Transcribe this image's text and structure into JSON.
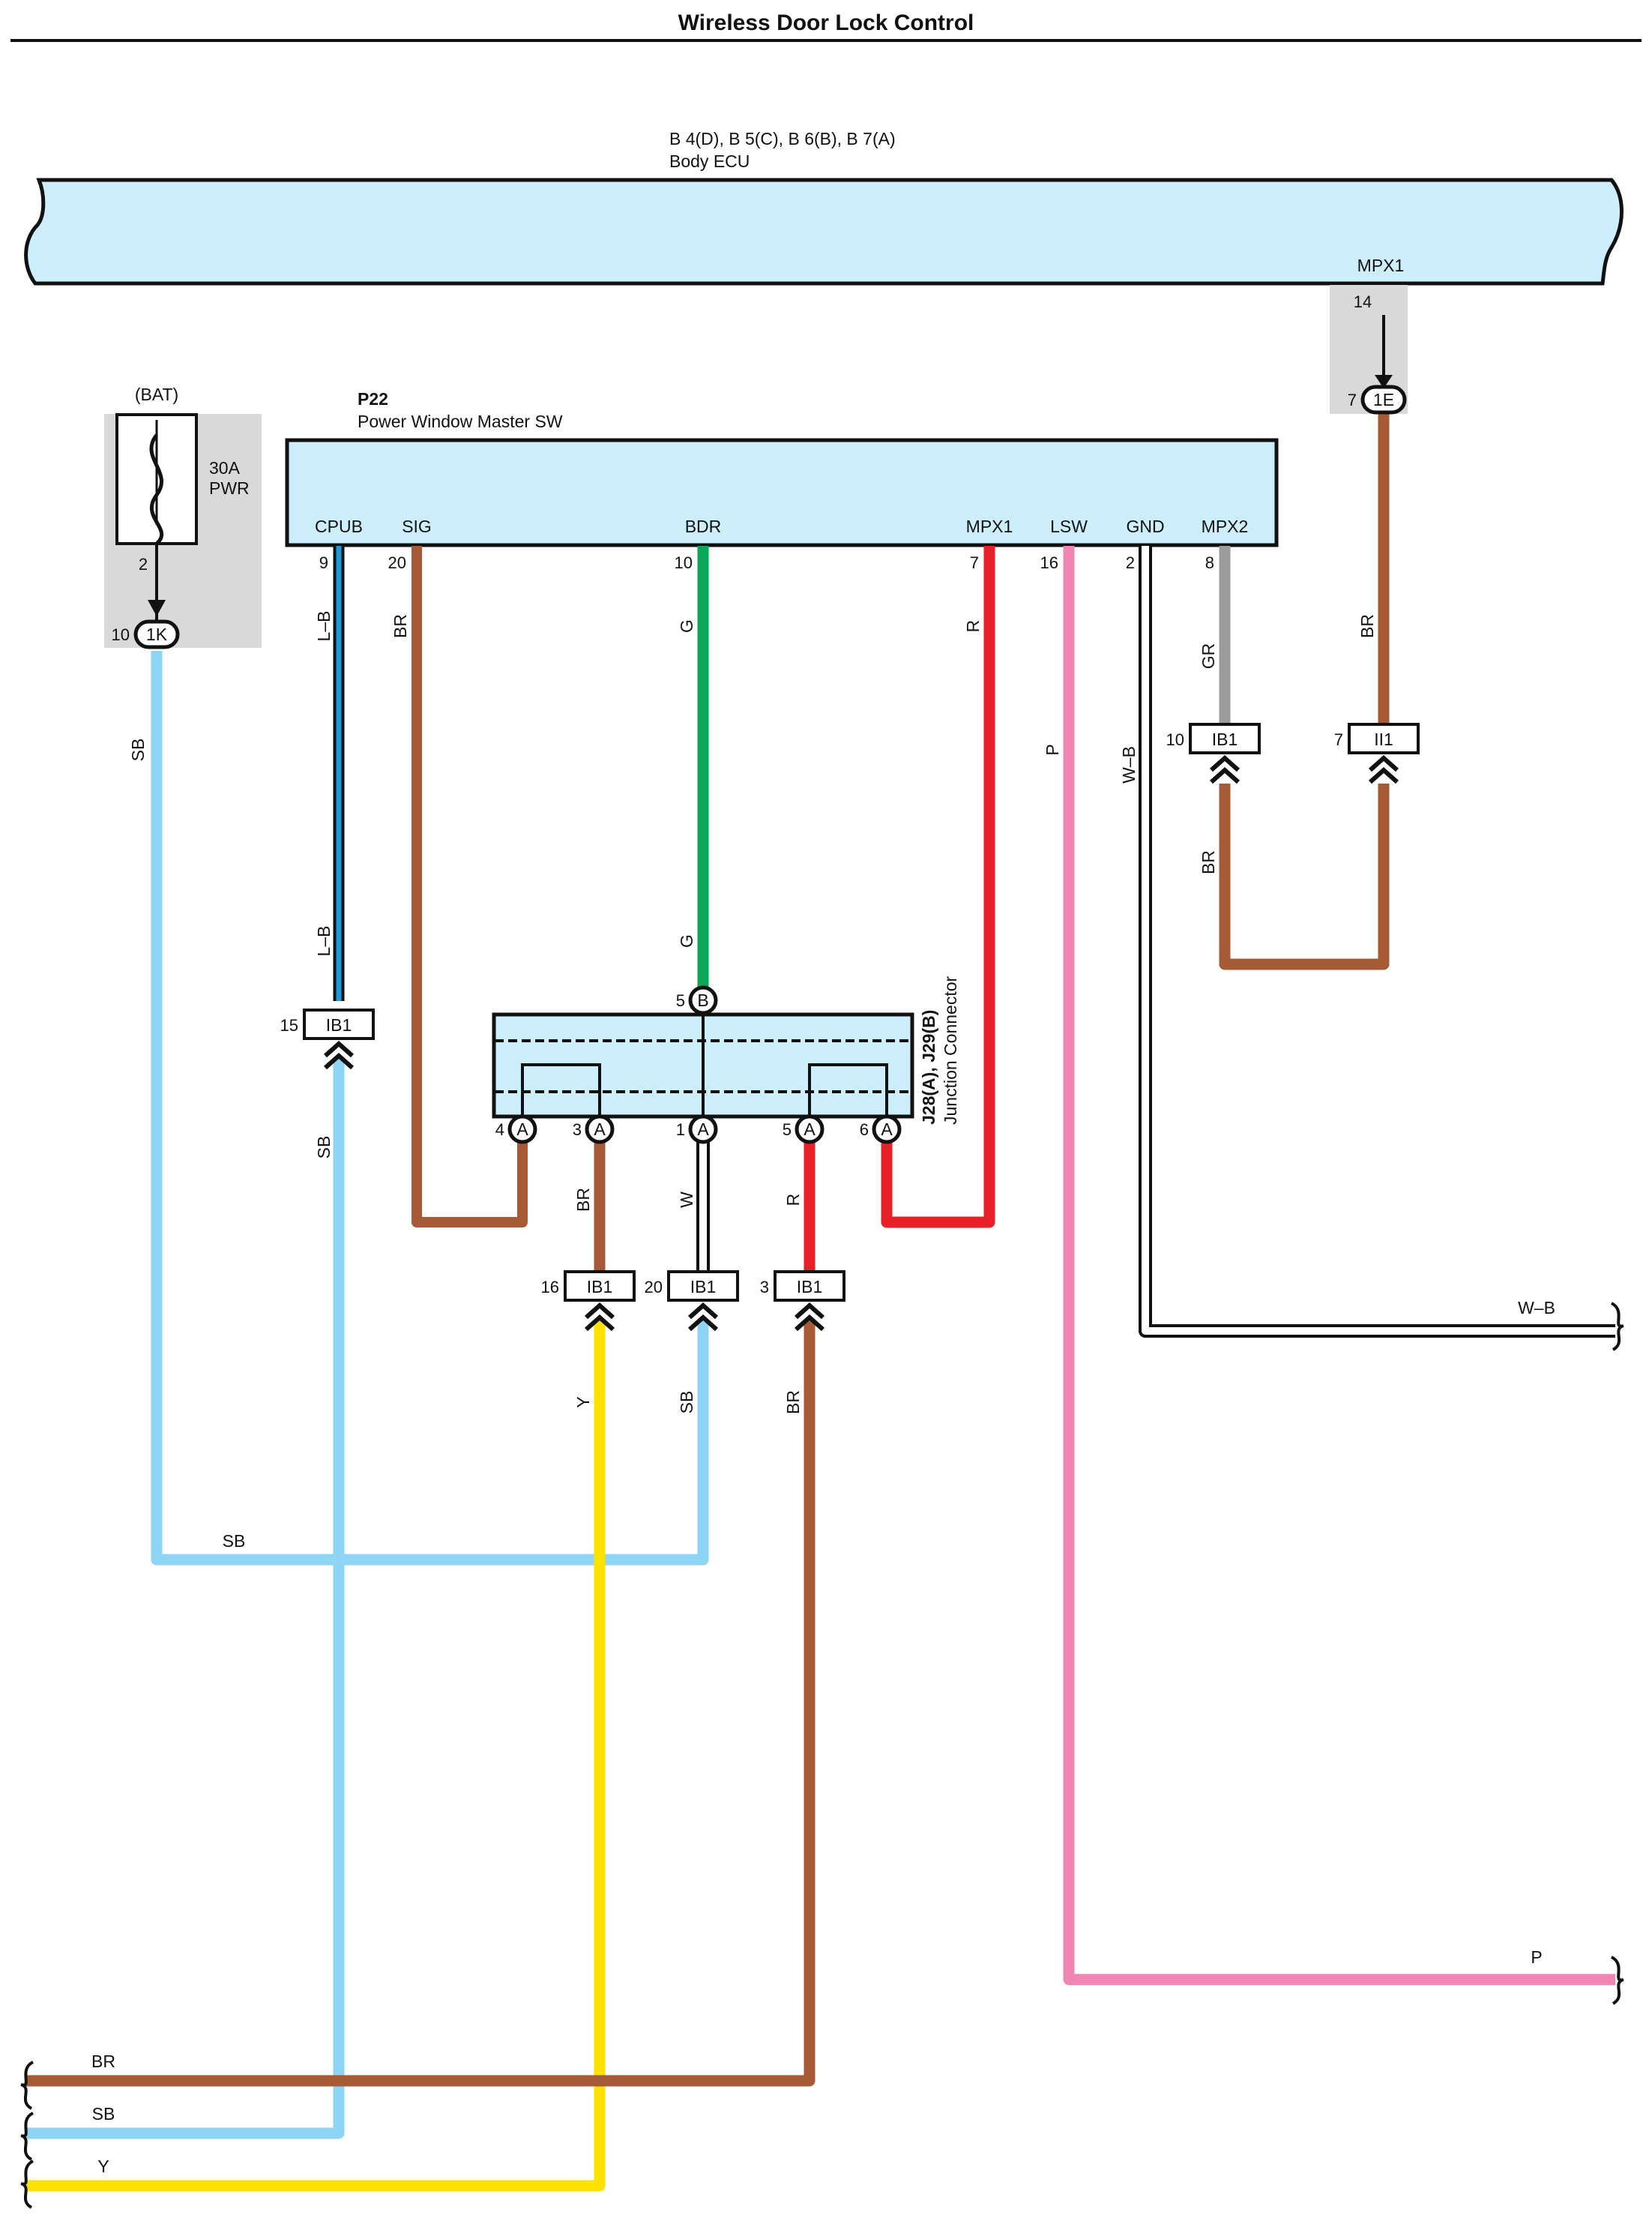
{
  "title": "Wireless Door Lock Control",
  "colors": {
    "ecu_fill": "#cdeefc",
    "box_gray": "#d9d9d9",
    "SB": "#8dd4f5",
    "L-B": "#1f9ad6",
    "BR": "#a65a35",
    "G": "#0aa65a",
    "R": "#e8202a",
    "P": "#f086b6",
    "Y": "#fde200",
    "GR": "#9b9b9b",
    "W": "#ffffff"
  },
  "body_ecu": {
    "codes": "B 4(D), B 5(C), B 6(B), B 7(A)",
    "name": "Body ECU",
    "terminal": "MPX1",
    "pin": "14"
  },
  "fuse": {
    "source": "(BAT)",
    "rating": "30A",
    "name": "PWR",
    "pin": "2",
    "connector": "1K",
    "connector_pin": "10"
  },
  "ecu_out_connector": {
    "code": "1E",
    "pin": "7"
  },
  "master_sw": {
    "code": "P22",
    "name": "Power Window Master SW",
    "terminals": [
      {
        "label": "CPUB",
        "pin": "9"
      },
      {
        "label": "SIG",
        "pin": "20"
      },
      {
        "label": "BDR",
        "pin": "10"
      },
      {
        "label": "MPX1",
        "pin": "7"
      },
      {
        "label": "LSW",
        "pin": "16"
      },
      {
        "label": "GND",
        "pin": "2"
      },
      {
        "label": "MPX2",
        "pin": "8"
      }
    ]
  },
  "junction": {
    "codes": "J28(A), J29(B)",
    "name": "Junction Connector",
    "top_pin": {
      "pin": "5",
      "letter": "B"
    },
    "bottom_pins": [
      {
        "pin": "4",
        "letter": "A"
      },
      {
        "pin": "3",
        "letter": "A"
      },
      {
        "pin": "1",
        "letter": "A"
      },
      {
        "pin": "5",
        "letter": "A"
      },
      {
        "pin": "6",
        "letter": "A"
      }
    ]
  },
  "connectors": [
    {
      "code": "IB1",
      "pin": "15"
    },
    {
      "code": "IB1",
      "pin": "16"
    },
    {
      "code": "IB1",
      "pin": "20"
    },
    {
      "code": "IB1",
      "pin": "3"
    },
    {
      "code": "IB1",
      "pin": "10"
    },
    {
      "code": "II1",
      "pin": "7"
    }
  ],
  "wire_labels": {
    "sb_left": "SB",
    "lb_top": "L–B",
    "lb_mid": "L–B",
    "sb_cpub": "SB",
    "br_sig": "BR",
    "g_top": "G",
    "g_mid": "G",
    "r_mpx1": "R",
    "p_lsw": "P",
    "wb_gnd": "W–B",
    "gr_mpx2": "GR",
    "br_ecu": "BR",
    "br_loop": "BR",
    "br_j3": "BR",
    "w_j1": "W",
    "r_j5": "R",
    "y_low": "Y",
    "sb_low": "SB",
    "br_low": "BR",
    "sb_horiz": "SB",
    "wb_right": "W–B",
    "p_right": "P",
    "br_bottom": "BR",
    "sb_bottom": "SB",
    "y_bottom": "Y"
  }
}
